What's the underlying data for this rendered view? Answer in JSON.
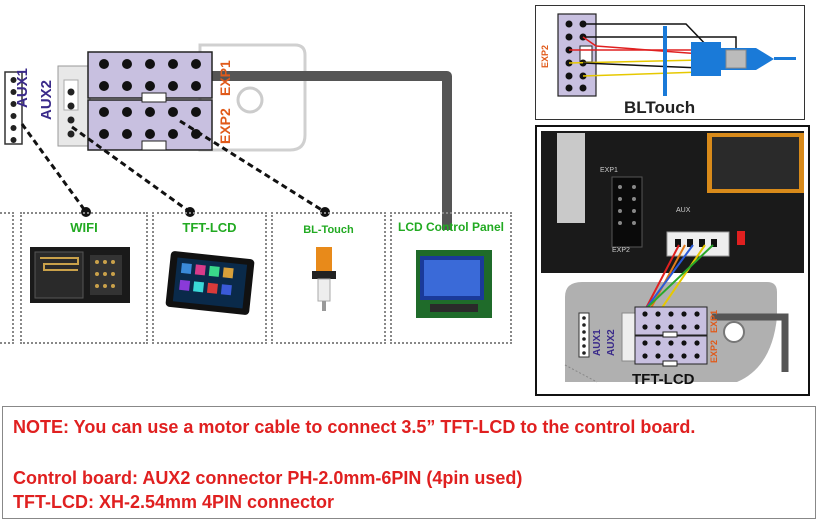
{
  "connectors": {
    "aux1": "AUX1",
    "aux2": "AUX2",
    "exp1": "EXP1",
    "exp2": "EXP2"
  },
  "modules": [
    {
      "label": "WIFI",
      "color": "#22aa22"
    },
    {
      "label": "TFT-LCD",
      "color": "#22aa22"
    },
    {
      "label": "BL-Touch",
      "color": "#22aa22"
    },
    {
      "label": "LCD Control Panel",
      "color": "#22aa22"
    }
  ],
  "bltouch_panel": {
    "title": "BLTouch",
    "connector_label": "EXP2"
  },
  "board_photo": {
    "silk_exp1": "EXP1",
    "silk_exp2": "EXP2",
    "silk_aux": "AUX",
    "caption": "TFT-LCD",
    "aux1": "AUX1",
    "aux2": "AUX2",
    "exp1": "EXP1",
    "exp2": "EXP2"
  },
  "note": {
    "line1": "NOTE: You can use a motor cable to connect  3.5” TFT-LCD to the control board.",
    "line2": "Control board: AUX2 connector  PH-2.0mm-6PIN (4pin used)",
    "line3": "TFT-LCD:  XH-2.54mm 4PIN connector"
  },
  "colors": {
    "connector_fill": "#c8c0e0",
    "accent_red": "#e02020",
    "exp_label": "#e05a1a",
    "aux_label": "#3a2a8a",
    "cable": "#555555"
  }
}
